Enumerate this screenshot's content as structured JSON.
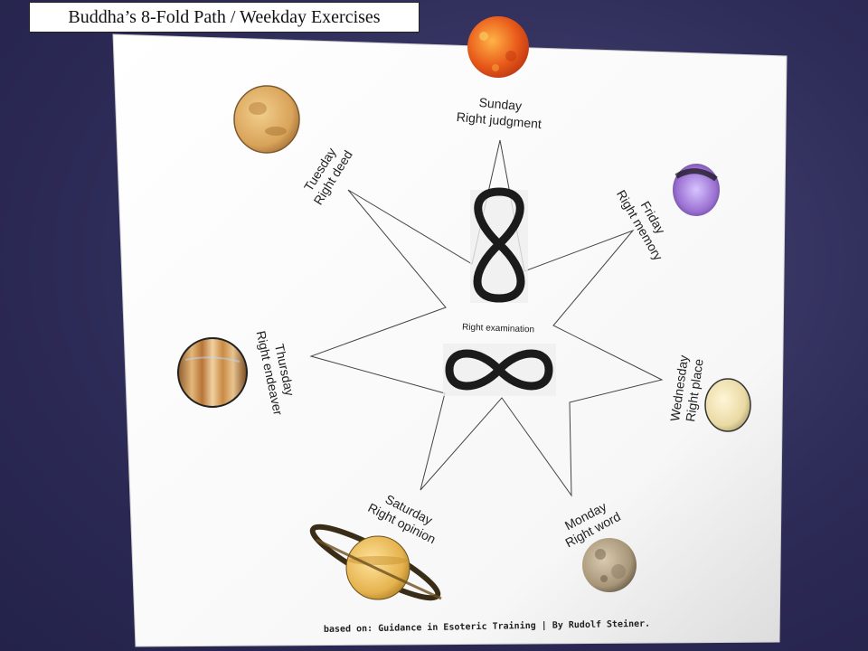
{
  "title": "Buddha’s 8-Fold Path / Weekday Exercises",
  "center_label": "Right examination",
  "footer": "based on: Guidance in Esoteric Training | By Rudolf Steiner.",
  "days": [
    {
      "key": "sunday",
      "day": "Sunday",
      "virtue": "Right judgment",
      "planet": "sun"
    },
    {
      "key": "friday",
      "day": "Friday",
      "virtue": "Right memory",
      "planet": "venus"
    },
    {
      "key": "wednesday",
      "day": "Wednesday",
      "virtue": "Right place",
      "planet": "mercury"
    },
    {
      "key": "monday",
      "day": "Monday",
      "virtue": "Right word",
      "planet": "moon"
    },
    {
      "key": "saturday",
      "day": "Saturday",
      "virtue": "Right opinion",
      "planet": "saturn"
    },
    {
      "key": "thursday",
      "day": "Thursday",
      "virtue": "Right endeaver",
      "planet": "jupiter"
    },
    {
      "key": "tuesday",
      "day": "Tuesday",
      "virtue": "Right deed",
      "planet": "mars"
    }
  ],
  "colors": {
    "background": "#2e2c58",
    "card": "#ffffff",
    "sun": "#e85a1a",
    "mars": "#d9a35a",
    "venus": "#9a6fd1",
    "mercury": "#e9d9a3",
    "moon": "#a89678",
    "saturn": "#e5b34f",
    "jupiter": "#c98a44"
  },
  "icons": [
    "figure-eight-symbol",
    "lemniscate-symbol"
  ]
}
